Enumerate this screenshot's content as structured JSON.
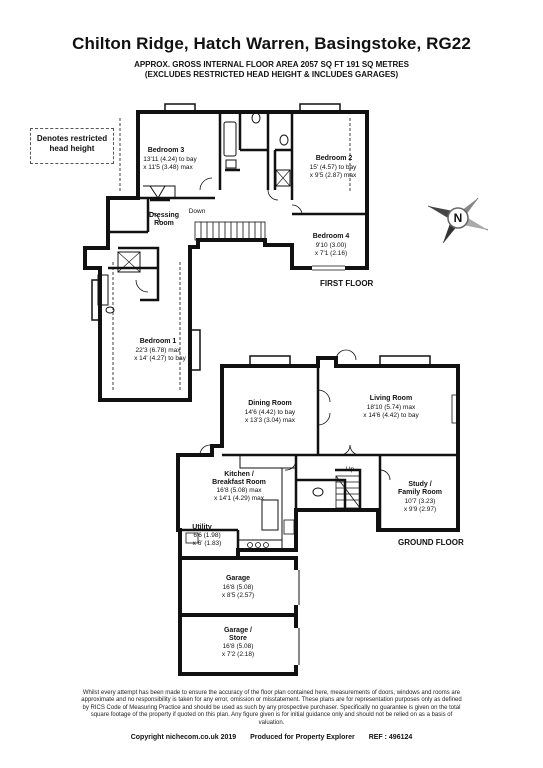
{
  "header": {
    "title": "Chilton Ridge, Hatch Warren, Basingstoke, RG22",
    "area_line": "APPROX. GROSS INTERNAL FLOOR AREA 2057 SQ FT 191 SQ METRES",
    "note_line": "(EXCLUDES RESTRICTED HEAD HEIGHT & INCLUDES GARAGES)"
  },
  "legend": {
    "text_1": "Denotes restricted",
    "text_2": "head height"
  },
  "compass": {
    "label": "N"
  },
  "first_floor": {
    "label": "FIRST FLOOR",
    "bedroom3": {
      "name": "Bedroom 3",
      "dim1": "13'11 (4.24) to bay",
      "dim2": "x 11'5 (3.48) max"
    },
    "bedroom2": {
      "name": "Bedroom 2",
      "dim1": "15' (4.57) to bay",
      "dim2": "x 9'5 (2.87) max"
    },
    "bedroom4": {
      "name": "Bedroom 4",
      "dim1": "9'10 (3.00)",
      "dim2": "x 7'1 (2.16)"
    },
    "dressing": {
      "name_1": "Dressing",
      "name_2": "Room"
    },
    "down": "Down",
    "bedroom1": {
      "name": "Bedroom 1",
      "dim1": "22'3 (6.78) max",
      "dim2": "x 14' (4.27) to bay"
    }
  },
  "ground_floor": {
    "label": "GROUND FLOOR",
    "dining": {
      "name": "Dining Room",
      "dim1": "14'6 (4.42) to bay",
      "dim2": "x 13'3 (3.04) max"
    },
    "living": {
      "name": "Living Room",
      "dim1": "18'10 (5.74) max",
      "dim2": "x 14'6 (4.42) to bay"
    },
    "kitchen": {
      "name_1": "Kitchen /",
      "name_2": "Breakfast Room",
      "dim1": "16'8 (5.08) max",
      "dim2": "x 14'1 (4.29) max"
    },
    "up": "Up",
    "study": {
      "name_1": "Study /",
      "name_2": "Family Room",
      "dim1": "10'7 (3.23)",
      "dim2": "x 9'9 (2.97)"
    },
    "utility": {
      "name": "Utility",
      "dim1": "6'6 (1.98)",
      "dim2": "x 6' (1.83)"
    },
    "garage": {
      "name": "Garage",
      "dim1": "16'8 (5.08)",
      "dim2": "x 8'5 (2.57)"
    },
    "garage_store": {
      "name_1": "Garage /",
      "name_2": "Store",
      "dim1": "16'8 (5.08)",
      "dim2": "x 7'2 (2.18)"
    }
  },
  "footer": {
    "disclaimer": "Whilst every attempt has been made to ensure the accuracy of the floor plan contained here, measurements of doors, windows and rooms are approximate and no responsibility is taken for any error, omission or misstatement. These plans are for representation purposes only as defined by RICS Code of Measuring Practice and should be used as such by any prospective purchaser. Specifically no guarantee is given on the total square footage of the property if quoted on this plan. Any figure given is for initial guidance only and should not be relied on as a basis of valuation.",
    "copyright": "Copyright nichecom.co.uk 2019",
    "produced": "Produced for Property Explorer",
    "ref": "REF :  496124"
  }
}
